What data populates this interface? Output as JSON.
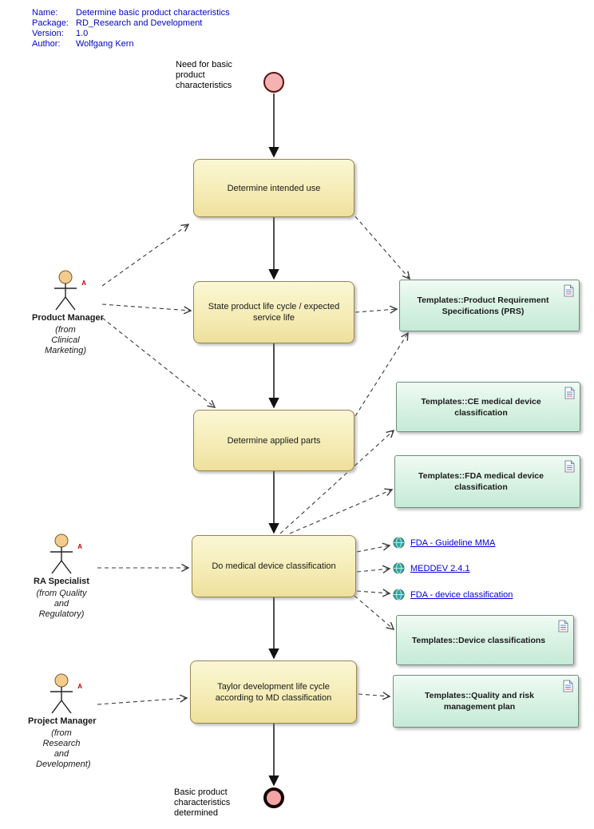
{
  "header": {
    "rows": [
      {
        "label": "Name:",
        "value": "Determine basic product characteristics"
      },
      {
        "label": "Package:",
        "value": "RD_Research and Development"
      },
      {
        "label": "Version:",
        "value": "1.0"
      },
      {
        "label": "Author:",
        "value": "Wolfgang Kern"
      }
    ]
  },
  "notes": {
    "start": "Need for basic product characteristics",
    "end": "Basic product characteristics determined"
  },
  "activities": [
    {
      "label": "Determine intended use"
    },
    {
      "label": "State product life cycle / expected service life"
    },
    {
      "label": "Determine applied parts"
    },
    {
      "label": "Do medical device classification"
    },
    {
      "label": "Taylor development life cycle according to MD classification"
    }
  ],
  "templates": [
    {
      "label": "Templates::Product Requirement Specifications (PRS)"
    },
    {
      "label": "Templates::CE medical device classification"
    },
    {
      "label": "Templates::FDA medical device classification"
    },
    {
      "label": "Templates::Device classifications"
    },
    {
      "label": "Templates::Quality and risk management plan"
    }
  ],
  "links": [
    {
      "label": "FDA - Guideline MMA"
    },
    {
      "label": "MEDDEV 2.4.1"
    },
    {
      "label": "FDA - device classification"
    }
  ],
  "actors": [
    {
      "name": "Product Manager",
      "from": "(from Clinical Marketing)",
      "marker": "A"
    },
    {
      "name": "RA Specialist",
      "from": "(from Quality and Regulatory)",
      "marker": "A"
    },
    {
      "name": "Project Manager",
      "from": "(from Research and Development)",
      "marker": "A"
    }
  ],
  "colors": {
    "header_text": "#0008c0",
    "activity_fill": "#f3e9ae",
    "activity_border": "#96854f",
    "template_fill": "#d9f2e4",
    "template_border": "#6e8f80",
    "link_blue": "#0000d8",
    "node_pink": "#f5b2b2"
  }
}
